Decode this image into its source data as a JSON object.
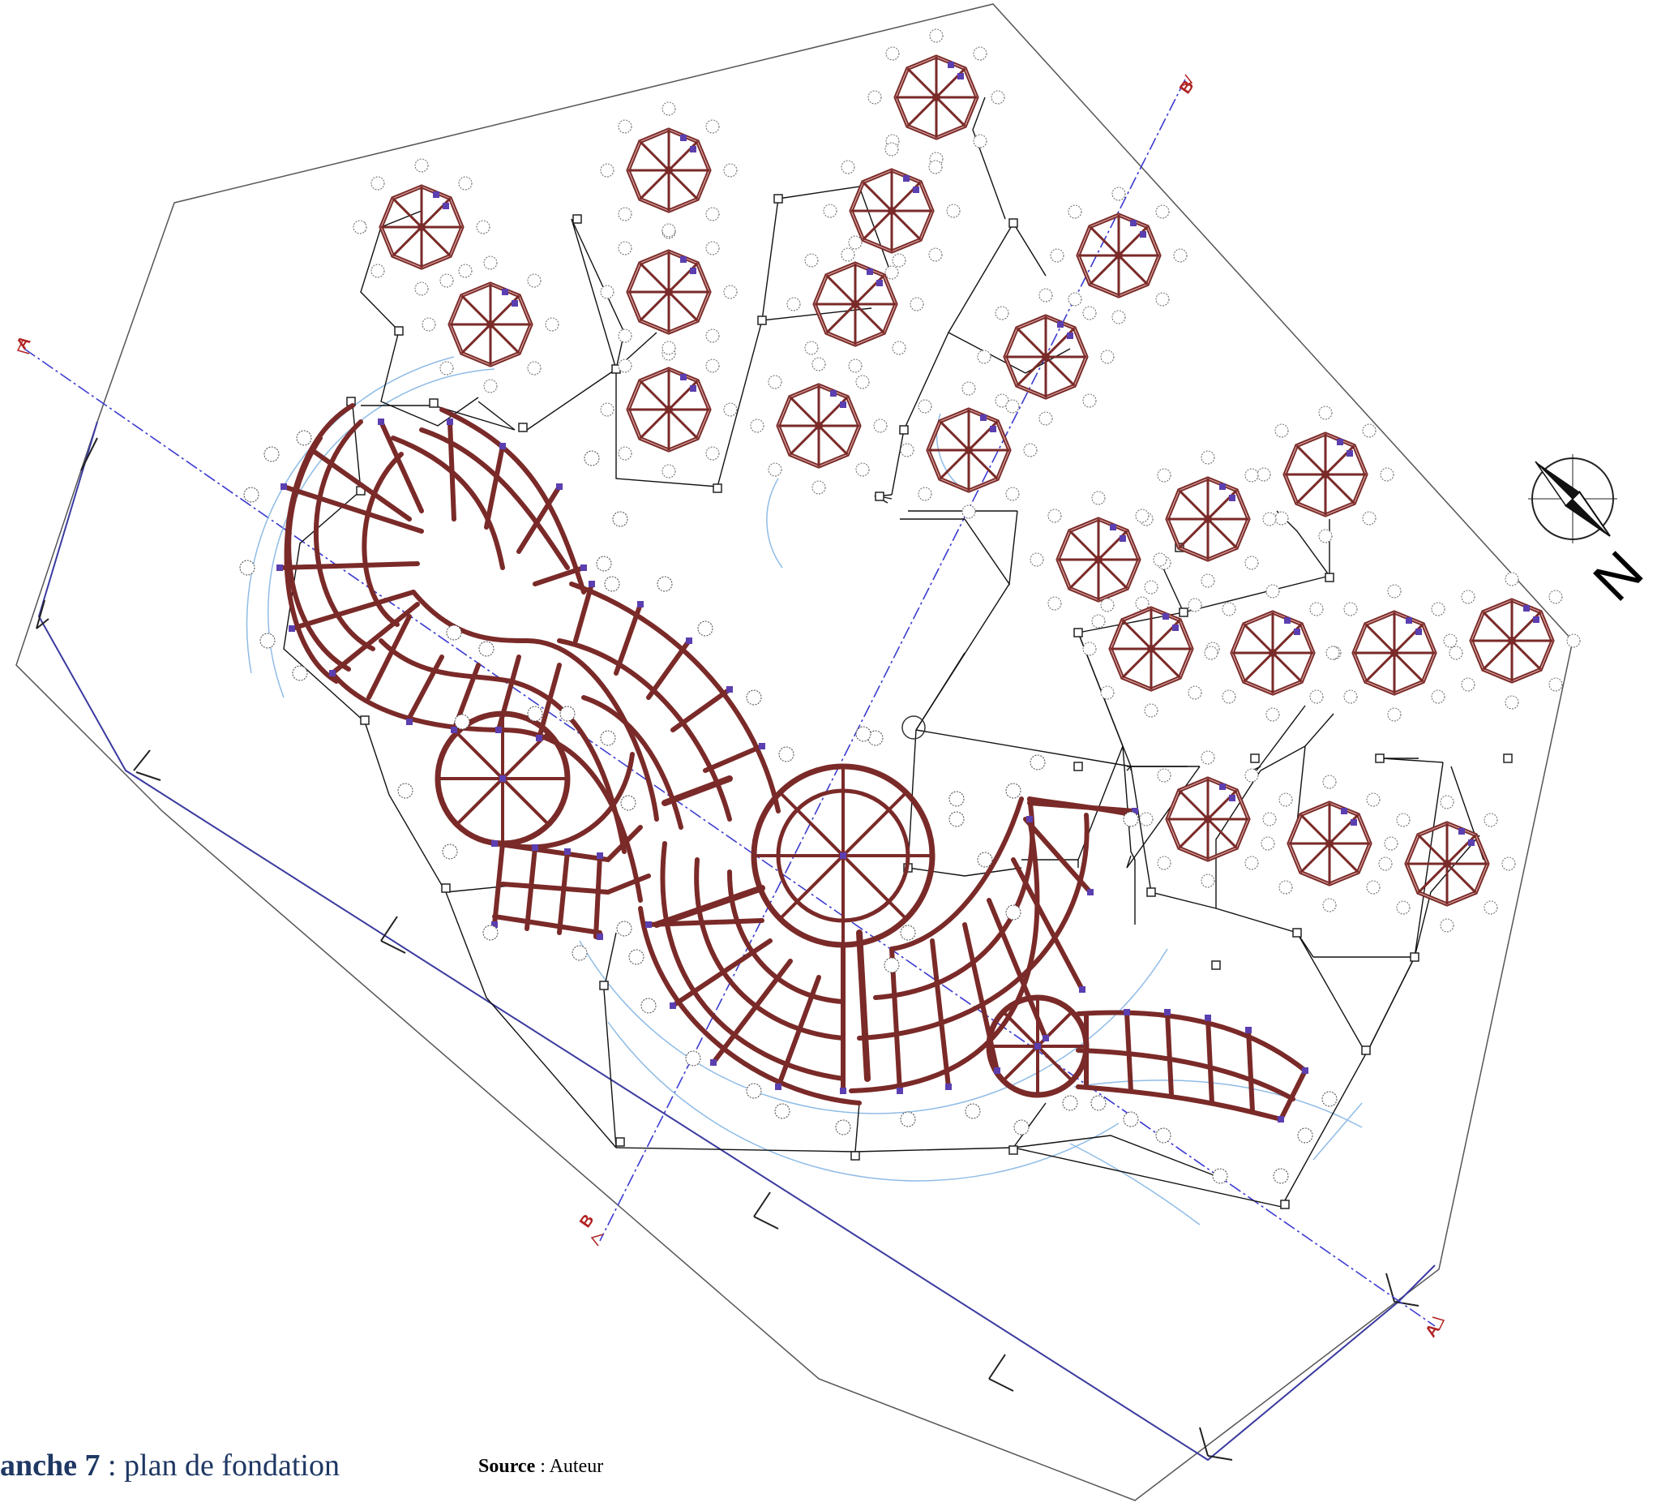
{
  "caption": {
    "prefix": "anche 7",
    "text": " : plan de fondation"
  },
  "source": {
    "label": "Source",
    "text": " : Auteur"
  },
  "sections": {
    "a": "A",
    "b": "B"
  },
  "north": {
    "letter": "N",
    "icon": "north-arrow-icon"
  },
  "colors": {
    "beam": "#7a2a28",
    "beam_inner": "#c98b86",
    "column": "#5b3fb0",
    "site_outline": "#555555",
    "boundary": "#3a3aa0",
    "dimension": "#7fb3e0",
    "section_line": "#3b3bd0",
    "network": "#111111"
  }
}
